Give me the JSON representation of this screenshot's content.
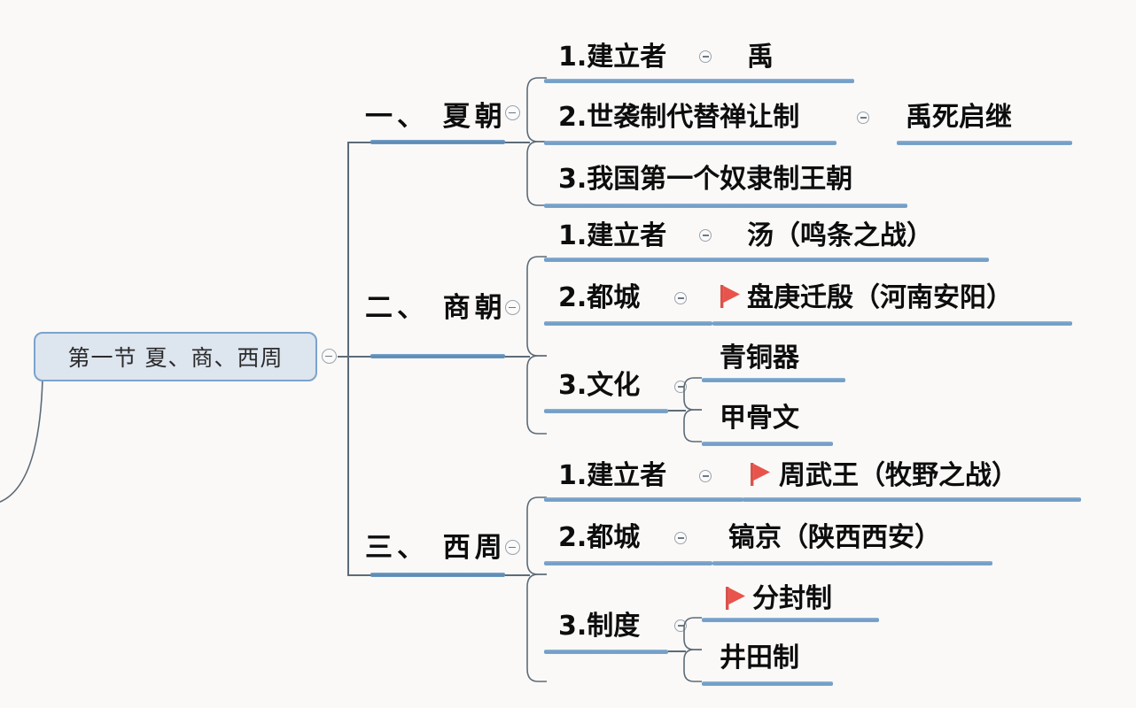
{
  "document": {
    "type": "mindmap",
    "title": "第一节 夏、商、西周",
    "background_color": "#faf9f8",
    "accent_color": "#5b86ae",
    "marker_color": "#e04a43"
  },
  "root": {
    "text": "第一节 夏、商、西周",
    "fill": "#dde5ef",
    "border": "#7ba3cc"
  },
  "icons": {
    "collapse": "minus-circle-icon",
    "flag": "red-flag-icon"
  },
  "branches": [
    {
      "label": "一、 夏朝",
      "children": [
        {
          "label": "1.建立者",
          "flag": false,
          "children": [
            {
              "label": "禹",
              "flag": false
            }
          ]
        },
        {
          "label": "2.世袭制代替禅让制",
          "flag": false,
          "children": [
            {
              "label": "禹死启继",
              "flag": false
            }
          ]
        },
        {
          "label": "3.我国第一个奴隶制王朝",
          "flag": false,
          "children": []
        }
      ]
    },
    {
      "label": "二、 商朝",
      "children": [
        {
          "label": "1.建立者",
          "flag": false,
          "children": [
            {
              "label": "汤（鸣条之战）",
              "flag": false
            }
          ]
        },
        {
          "label": "2.都城",
          "flag": false,
          "children": [
            {
              "label": "盘庚迁殷（河南安阳）",
              "flag": true
            }
          ]
        },
        {
          "label": "3.文化",
          "flag": false,
          "children": [
            {
              "label": "青铜器",
              "flag": false
            },
            {
              "label": "甲骨文",
              "flag": false
            }
          ]
        }
      ]
    },
    {
      "label": "三、 西周",
      "children": [
        {
          "label": "1.建立者",
          "flag": false,
          "children": [
            {
              "label": "周武王（牧野之战）",
              "flag": true
            }
          ]
        },
        {
          "label": "2.都城",
          "flag": false,
          "children": [
            {
              "label": "镐京（陕西西安）",
              "flag": false
            }
          ]
        },
        {
          "label": "3.制度",
          "flag": false,
          "children": [
            {
              "label": "分封制",
              "flag": true
            },
            {
              "label": "井田制",
              "flag": false
            }
          ]
        }
      ]
    }
  ]
}
